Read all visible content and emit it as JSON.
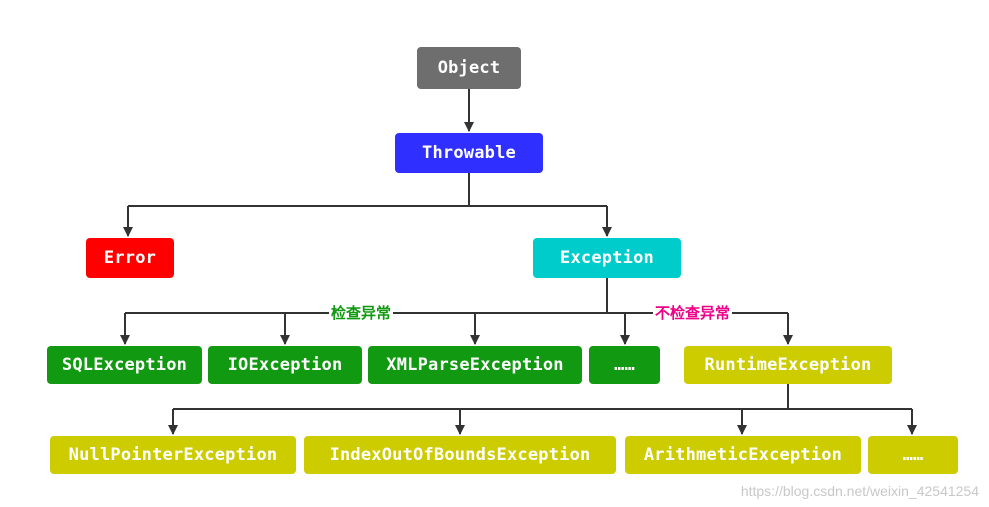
{
  "colors": {
    "object": "#6e6e6e",
    "throwable": "#2f2fff",
    "error": "#ff0000",
    "exception": "#00cccc",
    "checked": "#119911",
    "unchecked": "#cccc00",
    "checked_label": "#119911",
    "unchecked_label": "#ee0088",
    "edge": "#333333"
  },
  "nodes": {
    "object": "Object",
    "throwable": "Throwable",
    "error": "Error",
    "exception": "Exception",
    "sql_exception": "SQLException",
    "io_exception": "IOException",
    "xml_parse_exception": "XMLParseException",
    "checked_more": "……",
    "runtime_exception": "RuntimeException",
    "null_pointer_exception": "NullPointerException",
    "index_out_of_bounds_exception": "IndexOutOfBoundsException",
    "arithmetic_exception": "ArithmeticException",
    "unchecked_more": "……"
  },
  "labels": {
    "checked": "检查异常",
    "unchecked": "不检查异常"
  },
  "watermark": "https://blog.csdn.net/weixin_42541254"
}
